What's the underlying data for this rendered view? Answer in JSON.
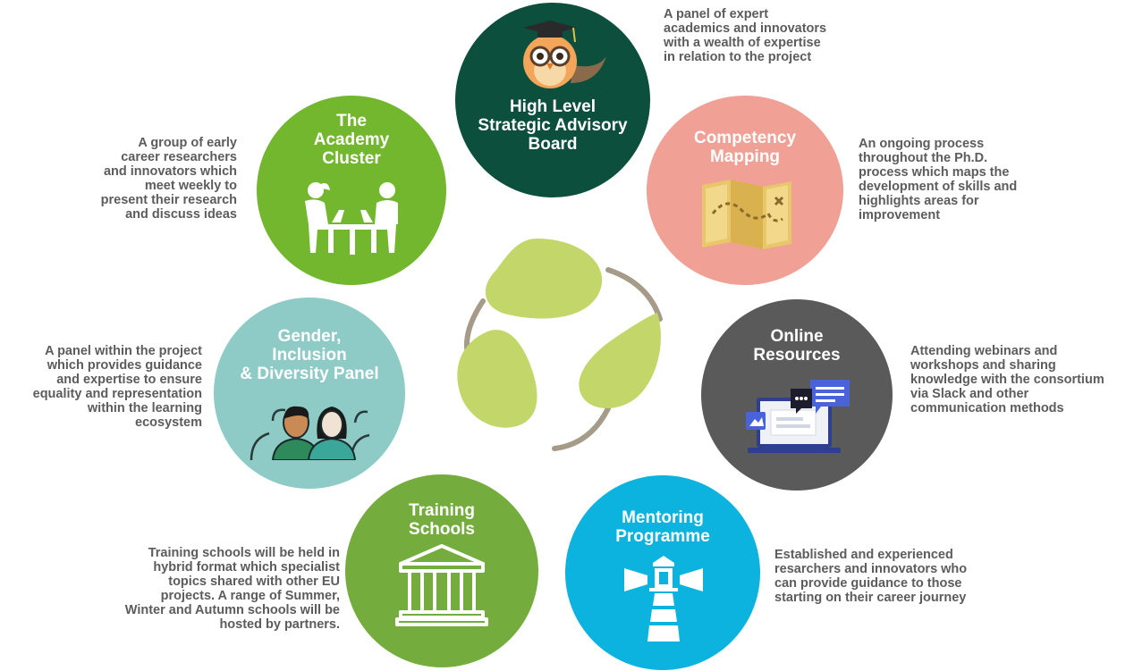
{
  "colors": {
    "advisory": "#0b4f3c",
    "academy": "#72b72e",
    "competency": "#f0a094",
    "gender": "#8ecbc6",
    "online": "#5a5a5a",
    "training": "#74ad3d",
    "mentoring": "#0cb3de",
    "description_text": "#5c5c5c",
    "leaf": "#c3d66a",
    "stem": "#a69a88"
  },
  "nodes": {
    "advisory": {
      "title": "High Level\nStrategic Advisory\nBoard",
      "description": "A panel of expert\nacademics and innovators\nwith a wealth of expertise\nin relation to the project",
      "icon": "owl-graduate-icon"
    },
    "academy": {
      "title": "The\nAcademy\nCluster",
      "description": "A group of early\ncareer researchers\nand innovators which\nmeet weekly to\npresent their research\nand discuss ideas",
      "icon": "people-at-laptops-icon"
    },
    "competency": {
      "title": "Competency\nMapping",
      "description": "An ongoing process\nthroughout the Ph.D.\nprocess which maps the\ndevelopment of skills and\nhighlights areas for\nimprovement",
      "icon": "treasure-map-icon"
    },
    "gender": {
      "title": "Gender,\nInclusion\n& Diversity Panel",
      "description": "A panel within the project\nwhich provides guidance\nand expertise to ensure\nequality and representation\nwithin the learning\necosystem",
      "icon": "diverse-people-icon"
    },
    "online": {
      "title": "Online\nResources",
      "description": "Attending webinars and\nworkshops and sharing\nknowledge with the consortium\nvia Slack and other\ncommunication methods",
      "icon": "laptop-chat-icon"
    },
    "training": {
      "title": "Training\nSchools",
      "description": "Training schools will be held in\nhybrid format which specialist\ntopics shared with other EU\nprojects. A range of Summer,\nWinter and Autumn schools will be\nhosted by partners.",
      "icon": "classical-building-icon"
    },
    "mentoring": {
      "title": "Mentoring\nProgramme",
      "description": "Established and experienced\nresarchers and innovators who\ncan provide guidance to those\nstarting on their career journey",
      "icon": "lighthouse-icon"
    }
  },
  "center": {
    "icon": "three-leaves-cycle-icon"
  }
}
